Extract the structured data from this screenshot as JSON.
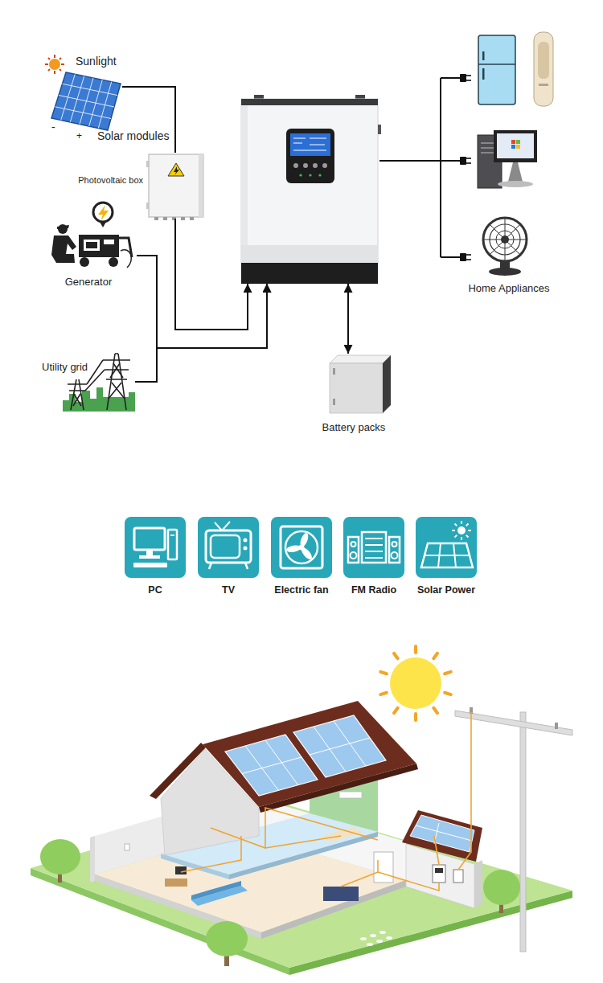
{
  "diagram": {
    "nodes": [
      {
        "text": [
          "Solar modules"
        ]
      },
      {
        "text": [
          "Photovoltaic box"
        ]
      },
      {
        "text": [
          "Generator"
        ]
      },
      {
        "text": [
          "Utility grid"
        ]
      },
      {
        "text": []
      },
      {
        "text": [
          "Battery packs"
        ]
      },
      {
        "text": [
          "Home Appliances"
        ]
      },
      {
        "text": [
          "PC"
        ]
      },
      {
        "text": [
          "TV"
        ]
      },
      {
        "text": [
          "Electric fan"
        ]
      },
      {
        "text": [
          "FM Radio"
        ]
      },
      {
        "text": [
          "Solar Power"
        ]
      }
    ],
    "edges": [
      {
        "from": 0,
        "to": 1,
        "arrow": "none"
      },
      {
        "from": 1,
        "to": 4,
        "arrow": "to"
      },
      {
        "from": 2,
        "to": 4,
        "arrow": "to"
      },
      {
        "from": 3,
        "to": 4,
        "arrow": "to"
      },
      {
        "from": 4,
        "to": 5,
        "arrow": "both"
      },
      {
        "from": 4,
        "to": 6,
        "arrow": "none"
      }
    ],
    "labels": [
      "Sunlight",
      "-",
      "+"
    ]
  }
}
